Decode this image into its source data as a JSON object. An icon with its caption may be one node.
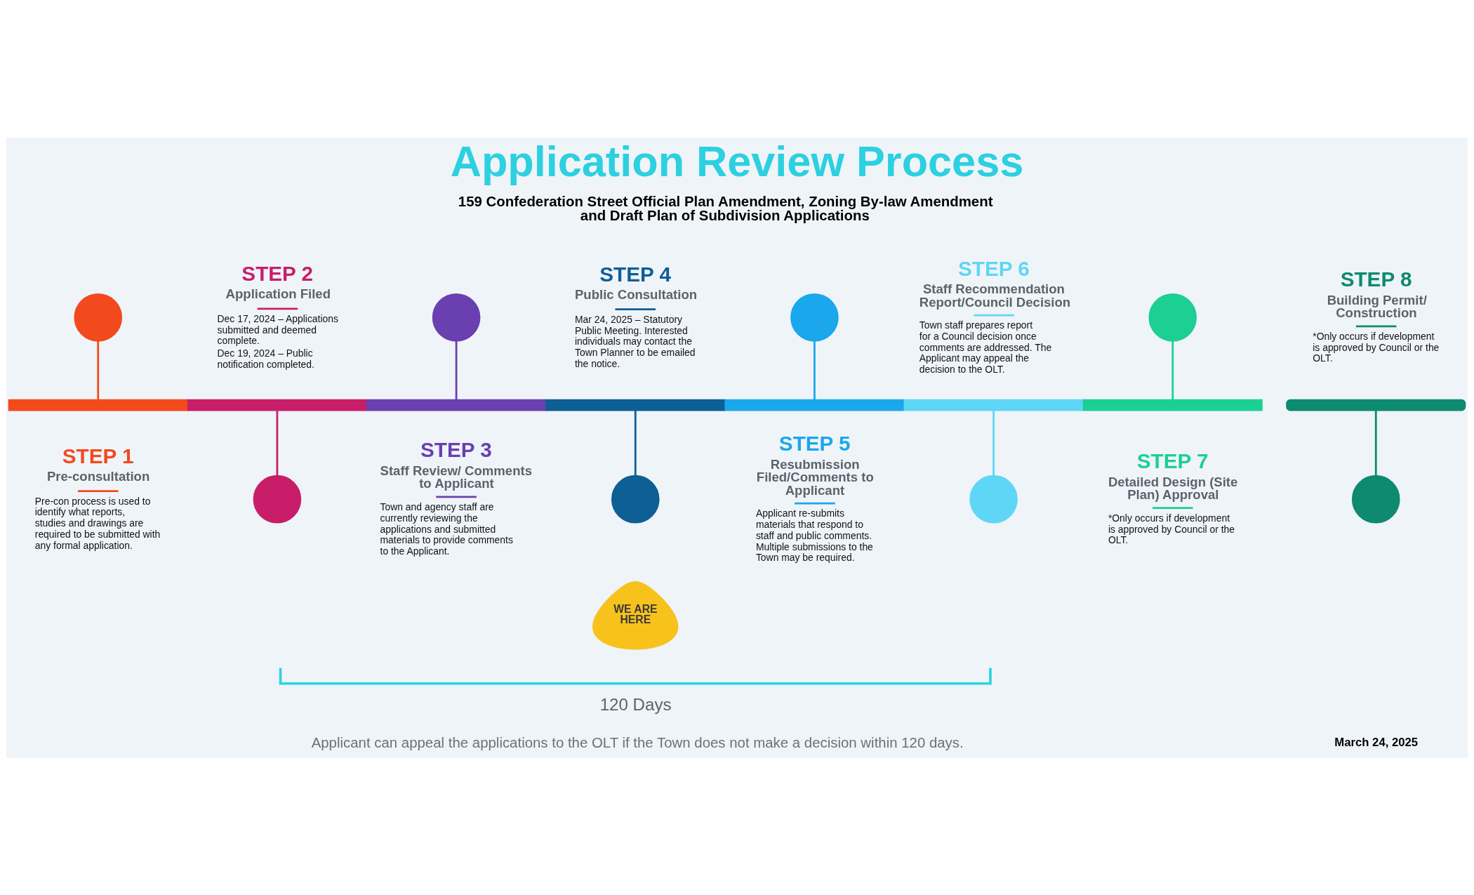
{
  "diagram": {
    "title": "Application Review Process",
    "nodes": [
      {
        "text": [],
        "shape": "circle",
        "beside": [
          "STEP 1",
          "Pre-consultation",
          "Pre-con process is used to identify what reports, studies and drawings are required to be submitted with any formal application."
        ]
      },
      {
        "text": [],
        "shape": "circle",
        "beside": [
          "STEP 2",
          "Application Filed",
          "Dec 17, 2024 – Applications submitted and deemed complete.",
          "Dec 19, 2024 – Public notification completed."
        ]
      },
      {
        "text": [],
        "shape": "circle",
        "beside": [
          "STEP 3",
          "Staff Review/ Comments to Applicant",
          "Town and agency staff are currently reviewing the applications and submitted materials to provide comments to the Applicant."
        ]
      },
      {
        "text": [],
        "shape": "circle",
        "beside": [
          "STEP 4",
          "Public Consultation",
          "Mar 24, 2025 – Statutory Public Meeting. Interested individuals may contact the Town Planner to be emailed the notice."
        ]
      },
      {
        "text": [],
        "shape": "circle",
        "beside": [
          "STEP 5",
          "Resubmission Filed/Comments to Applicant",
          "Applicant re-submits materials that respond to staff and public comments. Multiple submissions to the Town may be required."
        ]
      },
      {
        "text": [],
        "shape": "circle",
        "beside": [
          "STEP 6",
          "Staff Recommendation Report/Council Decision",
          "Town staff prepares report for a Council decision once comments are addressed. The Applicant may appeal the decision to the OLT."
        ]
      },
      {
        "text": [],
        "shape": "circle",
        "beside": [
          "STEP 7",
          "Detailed Design (Site Plan) Approval",
          "*Only occurs if development is approved by Council or the OLT."
        ]
      },
      {
        "text": [],
        "shape": "circle",
        "beside": [
          "STEP 8",
          "Building Permit/ Construction",
          "*Only occurs if development is approved by Council or the OLT."
        ]
      },
      {
        "text": [],
        "shape": "bar"
      },
      {
        "text": [],
        "shape": "bar"
      },
      {
        "text": [],
        "shape": "bar"
      },
      {
        "text": [],
        "shape": "bar"
      },
      {
        "text": [],
        "shape": "bar"
      },
      {
        "text": [],
        "shape": "bar"
      },
      {
        "text": [],
        "shape": "bar"
      },
      {
        "text": [],
        "shape": "bar"
      },
      {
        "text": [
          "WE ARE HERE"
        ]
      }
    ],
    "edges": [
      {
        "from": 0,
        "to": 8,
        "arrow": "none",
        "color": "#f24a1d"
      },
      {
        "from": 9,
        "to": 1,
        "arrow": "none",
        "color": "#c81e6a"
      },
      {
        "from": 2,
        "to": 10,
        "arrow": "none",
        "color": "#6a3fb0"
      },
      {
        "from": 11,
        "to": 3,
        "arrow": "none",
        "color": "#0d5f94"
      },
      {
        "from": 4,
        "to": 12,
        "arrow": "none",
        "color": "#1aa7ec"
      },
      {
        "from": 13,
        "to": 5,
        "arrow": "none",
        "color": "#5fd6f5"
      },
      {
        "from": 6,
        "to": 14,
        "arrow": "none",
        "color": "#1ccf93"
      },
      {
        "from": 15,
        "to": 7,
        "arrow": "none",
        "color": "#0d8a6f"
      }
    ],
    "labels": [
      "159 Confederation Street Official Plan Amendment, Zoning By-law Amendment and Draft Plan of Subdivision Applications",
      "120 Days",
      "Applicant can appeal the applications to the OLT if the Town does not make a decision within 120 days.",
      "March 24, 2025"
    ]
  }
}
